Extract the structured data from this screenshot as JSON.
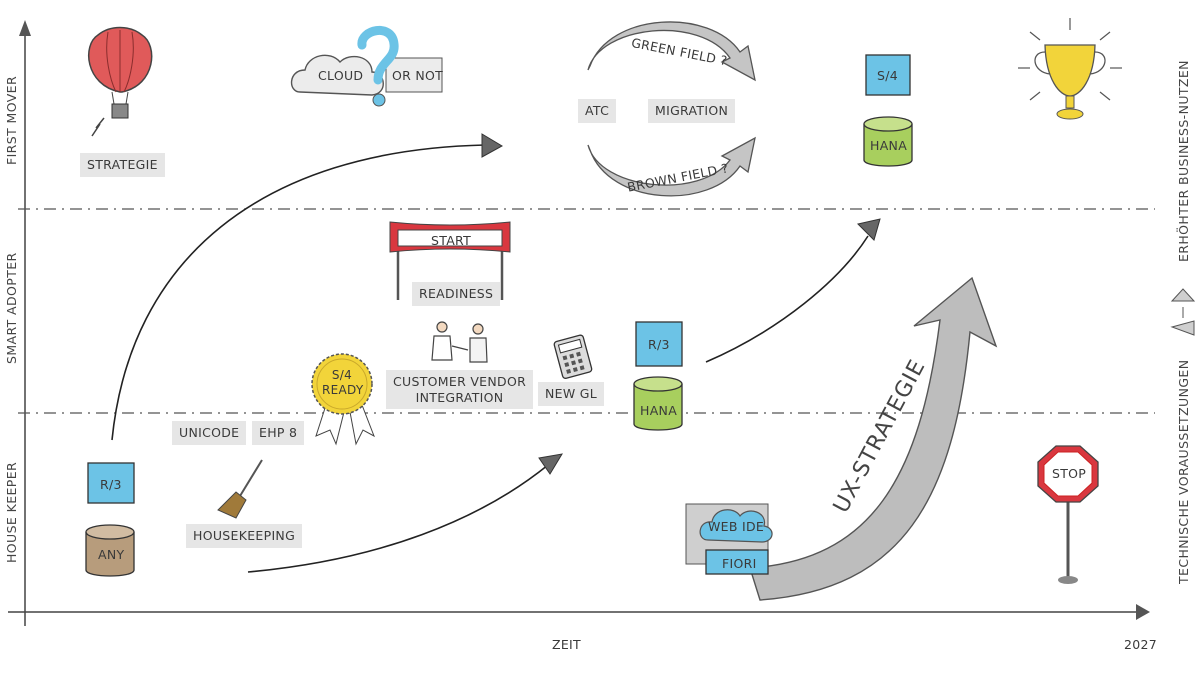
{
  "axes": {
    "y_left_labels": [
      "FIRST MOVER",
      "SMART ADOPTER",
      "HOUSE KEEPER"
    ],
    "x_label": "ZEIT",
    "x_end_label": "2027",
    "y_right_top": "ERHÖHTER BUSINESS-NUTZEN",
    "y_right_bottom": "TECHNISCHE VORAUSSETZUNGEN"
  },
  "labels": {
    "strategie": "STRATEGIE",
    "cloud": "CLOUD",
    "or_not": "OR NOT",
    "green_field": "GREEN FIELD ?",
    "brown_field": "BROWN FIELD ?",
    "atc": "ATC",
    "migration": "MIGRATION",
    "s4_top": "S/4",
    "hana_top": "HANA",
    "start": "START",
    "readiness": "READINESS",
    "customer_vendor": "CUSTOMER VENDOR",
    "integration": "INTEGRATION",
    "new_gl": "NEW GL",
    "s4_ready_1": "S/4",
    "s4_ready_2": "READY",
    "unicode": "UNICODE",
    "ehp8": "EHP 8",
    "r3_left": "R/3",
    "any": "ANY",
    "housekeeping": "HOUSEKEEPING",
    "r3_mid": "R/3",
    "hana_mid": "HANA",
    "ux_strategie": "UX-STRATEGIE",
    "web_ide": "WEB IDE",
    "fiori": "FIORI",
    "stop": "STOP"
  },
  "colors": {
    "blue_box": "#6cc3e6",
    "green_db": "#a8cf5e",
    "brown_db": "#b79c7c",
    "yellow": "#f2d43a",
    "red": "#d9373f",
    "gray_arrow": "#bdbdbd"
  }
}
